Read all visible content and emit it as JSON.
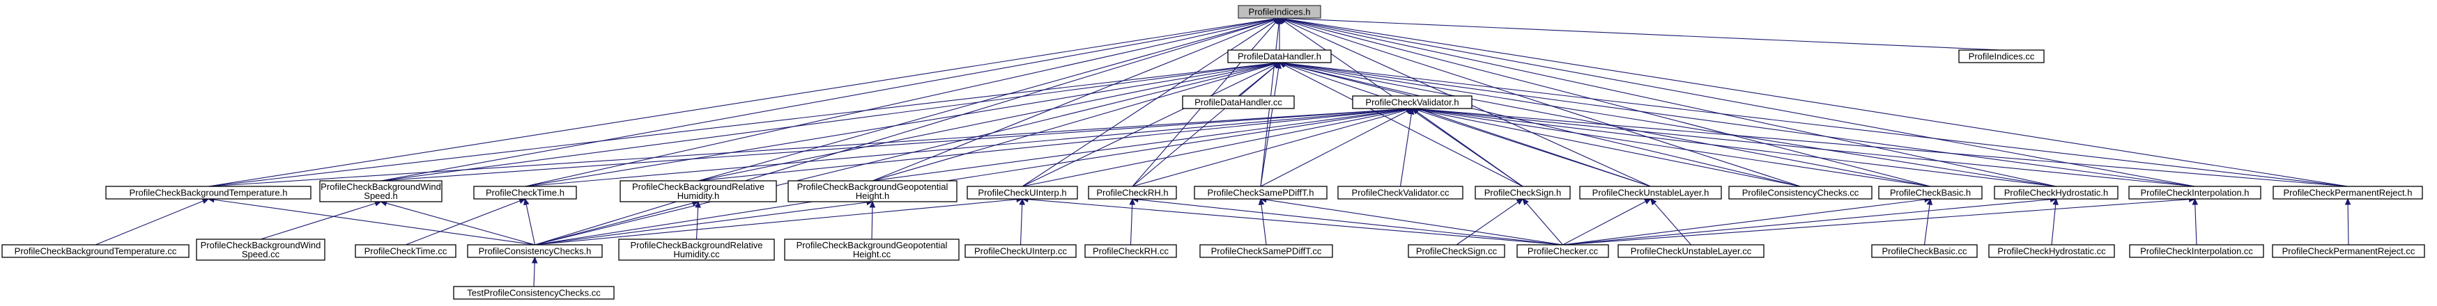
{
  "graph": {
    "nodes": [
      {
        "id": "ProfileIndices_h",
        "lines": [
          "ProfileIndices.h"
        ],
        "root": true
      },
      {
        "id": "ProfileDataHandler_h",
        "lines": [
          "ProfileDataHandler.h"
        ]
      },
      {
        "id": "ProfileIndices_cc",
        "lines": [
          "ProfileIndices.cc"
        ]
      },
      {
        "id": "ProfileDataHandler_cc",
        "lines": [
          "ProfileDataHandler.cc"
        ]
      },
      {
        "id": "ProfileCheckValidator_h",
        "lines": [
          "ProfileCheckValidator.h"
        ]
      },
      {
        "id": "PCBgTemp_h",
        "lines": [
          "ProfileCheckBackgroundTemperature.h"
        ]
      },
      {
        "id": "PCBgWind_h",
        "lines": [
          "ProfileCheckBackgroundWind",
          "Speed.h"
        ]
      },
      {
        "id": "PCTime_h",
        "lines": [
          "ProfileCheckTime.h"
        ]
      },
      {
        "id": "PCBgRH_h",
        "lines": [
          "ProfileCheckBackgroundRelative",
          "Humidity.h"
        ]
      },
      {
        "id": "PCBgGeo_h",
        "lines": [
          "ProfileCheckBackgroundGeopotential",
          "Height.h"
        ]
      },
      {
        "id": "PCUInterp_h",
        "lines": [
          "ProfileCheckUInterp.h"
        ]
      },
      {
        "id": "PCRH_h",
        "lines": [
          "ProfileCheckRH.h"
        ]
      },
      {
        "id": "PCSamePDiffT_h",
        "lines": [
          "ProfileCheckSamePDiffT.h"
        ]
      },
      {
        "id": "PCValidator_cc",
        "lines": [
          "ProfileCheckValidator.cc"
        ]
      },
      {
        "id": "PCSign_h",
        "lines": [
          "ProfileCheckSign.h"
        ]
      },
      {
        "id": "PCUnstable_h",
        "lines": [
          "ProfileCheckUnstableLayer.h"
        ]
      },
      {
        "id": "PConsistency_cc",
        "lines": [
          "ProfileConsistencyChecks.cc"
        ]
      },
      {
        "id": "PCBasic_h",
        "lines": [
          "ProfileCheckBasic.h"
        ]
      },
      {
        "id": "PCHydro_h",
        "lines": [
          "ProfileCheckHydrostatic.h"
        ]
      },
      {
        "id": "PCInterp_h",
        "lines": [
          "ProfileCheckInterpolation.h"
        ]
      },
      {
        "id": "PCPermReject_h",
        "lines": [
          "ProfileCheckPermanentReject.h"
        ]
      },
      {
        "id": "PCBgTemp_cc",
        "lines": [
          "ProfileCheckBackgroundTemperature.cc"
        ]
      },
      {
        "id": "PCBgWind_cc",
        "lines": [
          "ProfileCheckBackgroundWind",
          "Speed.cc"
        ]
      },
      {
        "id": "PCTime_cc",
        "lines": [
          "ProfileCheckTime.cc"
        ]
      },
      {
        "id": "PConsistency_h",
        "lines": [
          "ProfileConsistencyChecks.h"
        ]
      },
      {
        "id": "PCBgRH_cc",
        "lines": [
          "ProfileCheckBackgroundRelative",
          "Humidity.cc"
        ]
      },
      {
        "id": "PCBgGeo_cc",
        "lines": [
          "ProfileCheckBackgroundGeopotential",
          "Height.cc"
        ]
      },
      {
        "id": "PCUInterp_cc",
        "lines": [
          "ProfileCheckUInterp.cc"
        ]
      },
      {
        "id": "PCRH_cc",
        "lines": [
          "ProfileCheckRH.cc"
        ]
      },
      {
        "id": "PCSamePDiffT_cc",
        "lines": [
          "ProfileCheckSamePDiffT.cc"
        ]
      },
      {
        "id": "PCSign_cc",
        "lines": [
          "ProfileCheckSign.cc"
        ]
      },
      {
        "id": "PChecker_cc",
        "lines": [
          "ProfileChecker.cc"
        ]
      },
      {
        "id": "PCUnstable_cc",
        "lines": [
          "ProfileCheckUnstableLayer.cc"
        ]
      },
      {
        "id": "PCBasic_cc",
        "lines": [
          "ProfileCheckBasic.cc"
        ]
      },
      {
        "id": "PCHydro_cc",
        "lines": [
          "ProfileCheckHydrostatic.cc"
        ]
      },
      {
        "id": "PCInterp_cc",
        "lines": [
          "ProfileCheckInterpolation.cc"
        ]
      },
      {
        "id": "PCPermReject_cc",
        "lines": [
          "ProfileCheckPermanentReject.cc"
        ]
      },
      {
        "id": "TestPConsistency_cc",
        "lines": [
          "TestProfileConsistencyChecks.cc"
        ]
      }
    ],
    "edges": [
      [
        "ProfileIndices_h",
        "ProfileDataHandler_h"
      ],
      [
        "ProfileIndices_h",
        "ProfileIndices_cc"
      ],
      [
        "ProfileIndices_h",
        "PCBgTemp_h"
      ],
      [
        "ProfileIndices_h",
        "PCBgWind_h"
      ],
      [
        "ProfileIndices_h",
        "PCTime_h"
      ],
      [
        "ProfileIndices_h",
        "PCBgRH_h"
      ],
      [
        "ProfileIndices_h",
        "PCBgGeo_h"
      ],
      [
        "ProfileIndices_h",
        "PCUInterp_h"
      ],
      [
        "ProfileIndices_h",
        "PCRH_h"
      ],
      [
        "ProfileIndices_h",
        "PCSamePDiffT_h"
      ],
      [
        "ProfileIndices_h",
        "PCSign_h"
      ],
      [
        "ProfileIndices_h",
        "PCUnstable_h"
      ],
      [
        "ProfileIndices_h",
        "PConsistency_cc"
      ],
      [
        "ProfileIndices_h",
        "PCBasic_h"
      ],
      [
        "ProfileIndices_h",
        "PCHydro_h"
      ],
      [
        "ProfileIndices_h",
        "PCInterp_h"
      ],
      [
        "ProfileIndices_h",
        "PCPermReject_h"
      ],
      [
        "ProfileIndices_h",
        "PConsistency_h"
      ],
      [
        "ProfileDataHandler_h",
        "ProfileDataHandler_cc"
      ],
      [
        "ProfileDataHandler_h",
        "ProfileCheckValidator_h"
      ],
      [
        "ProfileDataHandler_h",
        "PCBgTemp_h"
      ],
      [
        "ProfileDataHandler_h",
        "PCBgWind_h"
      ],
      [
        "ProfileDataHandler_h",
        "PCTime_h"
      ],
      [
        "ProfileDataHandler_h",
        "PCBgRH_h"
      ],
      [
        "ProfileDataHandler_h",
        "PCBgGeo_h"
      ],
      [
        "ProfileDataHandler_h",
        "PCUInterp_h"
      ],
      [
        "ProfileDataHandler_h",
        "PCRH_h"
      ],
      [
        "ProfileDataHandler_h",
        "PCSamePDiffT_h"
      ],
      [
        "ProfileDataHandler_h",
        "PCSign_h"
      ],
      [
        "ProfileDataHandler_h",
        "PCUnstable_h"
      ],
      [
        "ProfileDataHandler_h",
        "PConsistency_cc"
      ],
      [
        "ProfileDataHandler_h",
        "PCBasic_h"
      ],
      [
        "ProfileDataHandler_h",
        "PCHydro_h"
      ],
      [
        "ProfileDataHandler_h",
        "PCInterp_h"
      ],
      [
        "ProfileDataHandler_h",
        "PCPermReject_h"
      ],
      [
        "ProfileDataHandler_h",
        "PConsistency_h"
      ],
      [
        "ProfileCheckValidator_h",
        "PCValidator_cc"
      ],
      [
        "ProfileCheckValidator_h",
        "PCBgTemp_h"
      ],
      [
        "ProfileCheckValidator_h",
        "PCBgWind_h"
      ],
      [
        "ProfileCheckValidator_h",
        "PCTime_h"
      ],
      [
        "ProfileCheckValidator_h",
        "PCBgRH_h"
      ],
      [
        "ProfileCheckValidator_h",
        "PCBgGeo_h"
      ],
      [
        "ProfileCheckValidator_h",
        "PCUInterp_h"
      ],
      [
        "ProfileCheckValidator_h",
        "PCRH_h"
      ],
      [
        "ProfileCheckValidator_h",
        "PCSamePDiffT_h"
      ],
      [
        "ProfileCheckValidator_h",
        "PCSign_h"
      ],
      [
        "ProfileCheckValidator_h",
        "PCUnstable_h"
      ],
      [
        "ProfileCheckValidator_h",
        "PConsistency_cc"
      ],
      [
        "ProfileCheckValidator_h",
        "PCBasic_h"
      ],
      [
        "ProfileCheckValidator_h",
        "PCHydro_h"
      ],
      [
        "ProfileCheckValidator_h",
        "PCInterp_h"
      ],
      [
        "ProfileCheckValidator_h",
        "PCPermReject_h"
      ],
      [
        "ProfileCheckValidator_h",
        "PConsistency_h"
      ],
      [
        "PCBgTemp_h",
        "PCBgTemp_cc"
      ],
      [
        "PCBgTemp_h",
        "PConsistency_h"
      ],
      [
        "PCBgWind_h",
        "PCBgWind_cc"
      ],
      [
        "PCBgWind_h",
        "PConsistency_h"
      ],
      [
        "PCTime_h",
        "PCTime_cc"
      ],
      [
        "PCTime_h",
        "PConsistency_h"
      ],
      [
        "PCBgRH_h",
        "PCBgRH_cc"
      ],
      [
        "PCBgRH_h",
        "PConsistency_h"
      ],
      [
        "PCBgGeo_h",
        "PCBgGeo_cc"
      ],
      [
        "PCBgGeo_h",
        "PConsistency_h"
      ],
      [
        "PCUInterp_h",
        "PCUInterp_cc"
      ],
      [
        "PCUInterp_h",
        "PConsistency_h"
      ],
      [
        "PCUInterp_h",
        "PChecker_cc"
      ],
      [
        "PCRH_h",
        "PCRH_cc"
      ],
      [
        "PCRH_h",
        "PChecker_cc"
      ],
      [
        "PCSamePDiffT_h",
        "PCSamePDiffT_cc"
      ],
      [
        "PCSamePDiffT_h",
        "PChecker_cc"
      ],
      [
        "PCSign_h",
        "PCSign_cc"
      ],
      [
        "PCSign_h",
        "PChecker_cc"
      ],
      [
        "PCUnstable_h",
        "PCUnstable_cc"
      ],
      [
        "PCUnstable_h",
        "PChecker_cc"
      ],
      [
        "PCBasic_h",
        "PCBasic_cc"
      ],
      [
        "PCBasic_h",
        "PChecker_cc"
      ],
      [
        "PCHydro_h",
        "PCHydro_cc"
      ],
      [
        "PCHydro_h",
        "PChecker_cc"
      ],
      [
        "PCInterp_h",
        "PCInterp_cc"
      ],
      [
        "PCInterp_h",
        "PChecker_cc"
      ],
      [
        "PCPermReject_h",
        "PCPermReject_cc"
      ],
      [
        "PConsistency_h",
        "TestPConsistency_cc"
      ]
    ]
  }
}
